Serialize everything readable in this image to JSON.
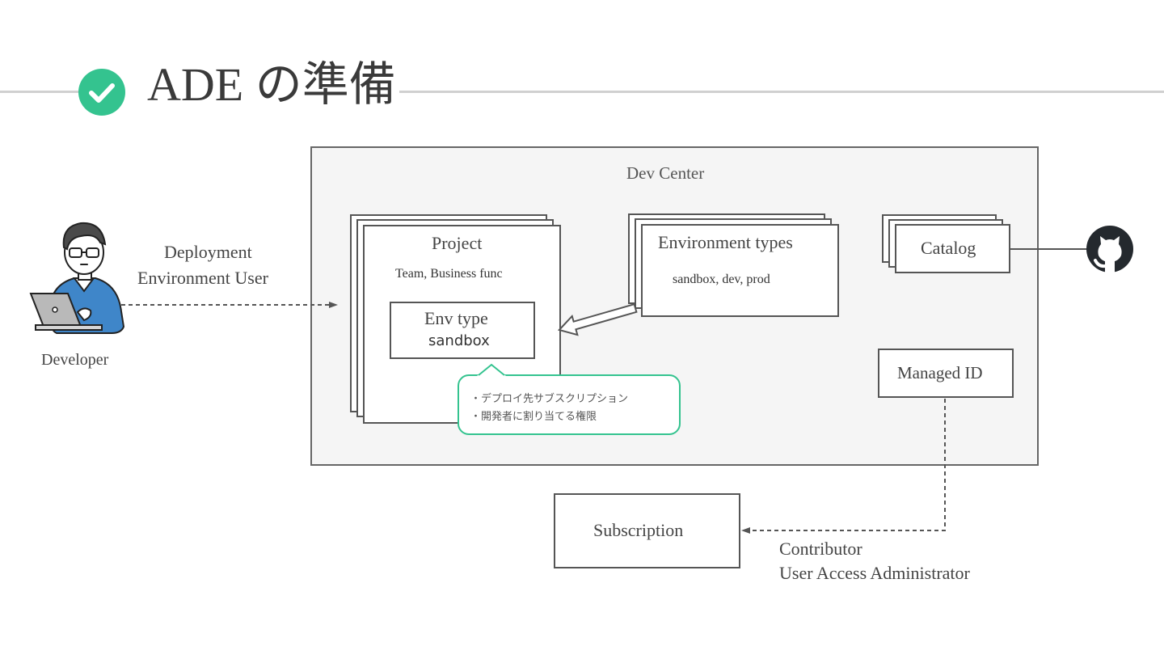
{
  "page": {
    "title": "ADE の準備"
  },
  "actor": {
    "name": "Developer",
    "role_line1": "Deployment",
    "role_line2": "Environment User"
  },
  "dev_center": {
    "label": "Dev Center",
    "project": {
      "title": "Project",
      "subtitle": "Team, Business func",
      "env_type_title": "Env type",
      "env_type_value": "sandbox"
    },
    "environment_types": {
      "title": "Environment types",
      "values": "sandbox, dev, prod"
    },
    "catalog": {
      "label": "Catalog"
    },
    "managed_id": {
      "label": "Managed ID"
    },
    "callout": {
      "line1": "・デプロイ先サブスクリプション",
      "line2": "・開発者に割り当てる権限"
    }
  },
  "subscription": {
    "label": "Subscription",
    "roles_line1": "Contributor",
    "roles_line2": "User Access Administrator"
  },
  "icons": {
    "check": "check-circle-icon",
    "github": "github-icon",
    "developer": "developer-person-icon",
    "check_color": "#34c38f",
    "callout_border_color": "#34c38f"
  }
}
